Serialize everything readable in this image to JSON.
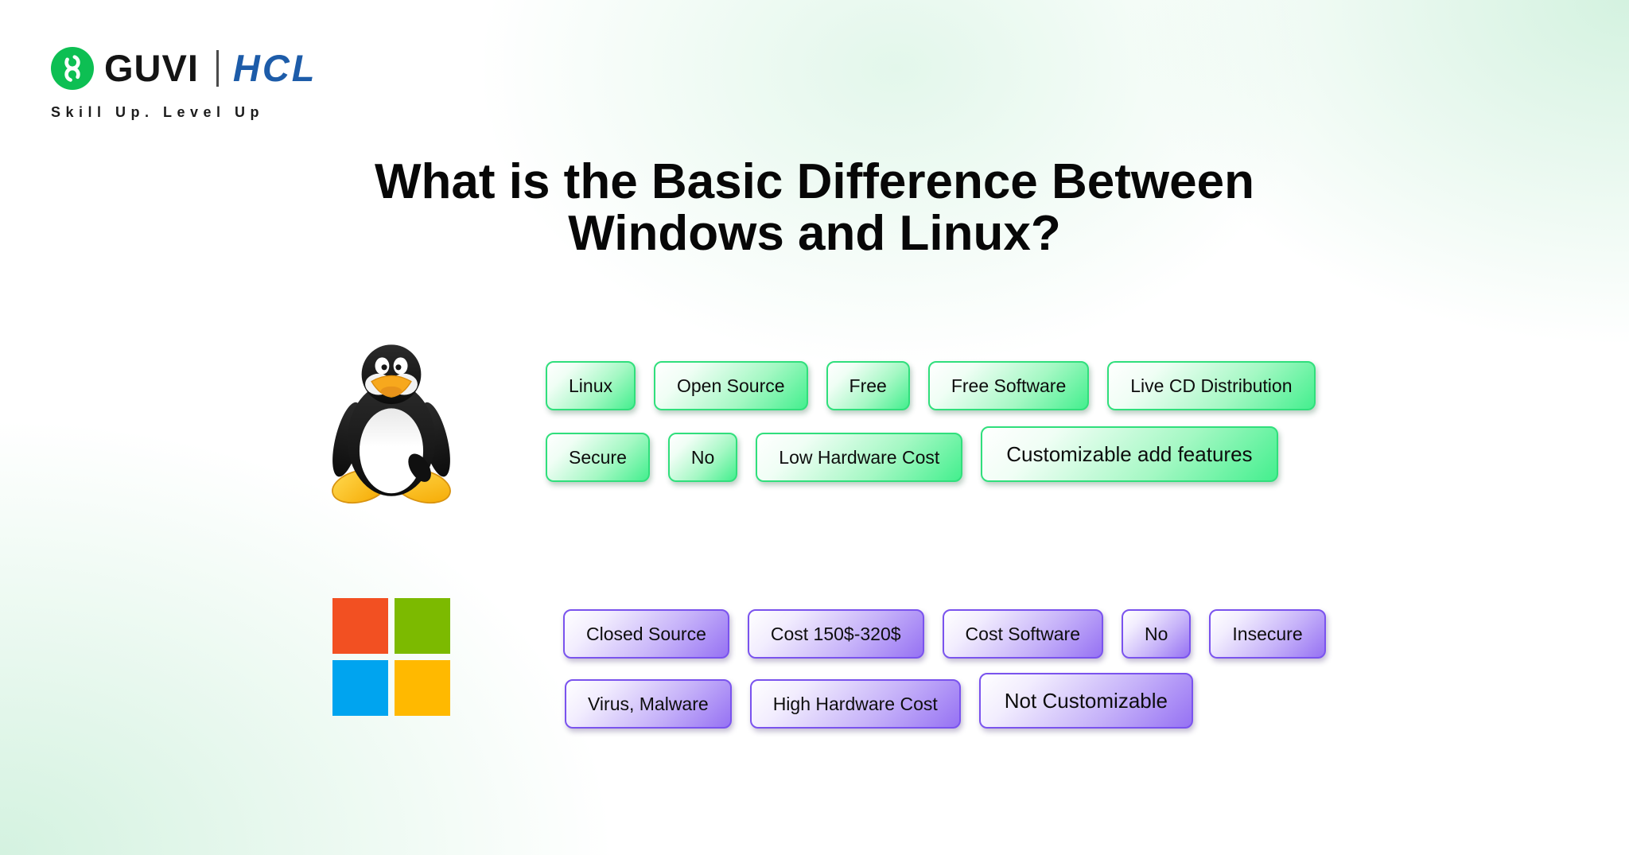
{
  "header": {
    "guvi_text": "GUVI",
    "hcl_text": "HCL",
    "tagline": "Skill Up. Level Up",
    "colors": {
      "guvi_green": "#0dbf53",
      "hcl_blue": "#1d5ca9"
    }
  },
  "title": {
    "line1": "What is the Basic Difference Between",
    "line2": "Windows and Linux?"
  },
  "linux_section": {
    "logo": "tux-penguin",
    "badge_color": "#44ef8e",
    "row1": [
      "Linux",
      "Open Source",
      "Free",
      "Free Software",
      "Live CD Distribution"
    ],
    "row2": [
      "Secure",
      "No",
      "Low Hardware Cost",
      "Customizable add features"
    ]
  },
  "windows_section": {
    "logo": "microsoft-four-squares",
    "badge_color": "#9672f3",
    "logo_colors": {
      "red": "#f25022",
      "green": "#7cba00",
      "blue": "#00a4ef",
      "yellow": "#ffb900"
    },
    "row1": [
      "Closed Source",
      "Cost 150$-320$",
      "Cost Software",
      "No",
      "Insecure"
    ],
    "row2": [
      "Virus, Malware",
      "High Hardware Cost",
      "Not Customizable"
    ]
  }
}
